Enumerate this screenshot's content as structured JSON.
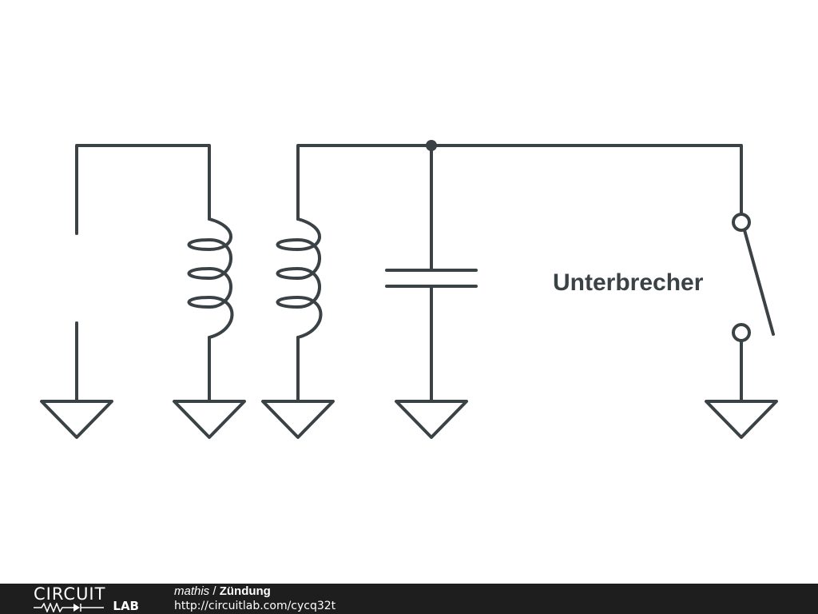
{
  "colors": {
    "wire": "#3a4246",
    "background": "#ffffff",
    "footer_bg": "#1e1e1e",
    "footer_text": "#ffffff"
  },
  "schematic": {
    "labels": {
      "switch": "Unterbrecher"
    },
    "components": {
      "ground_count": 5,
      "inductors": 2,
      "capacitors": 1,
      "switches": 1,
      "spark_gap": 1
    }
  },
  "footer": {
    "logo": {
      "word_top": "CIRCUIT",
      "word_bottom": "LAB"
    },
    "author": "mathis",
    "separator": " / ",
    "title": "Zündung",
    "url": "http://circuitlab.com/cycq32t"
  }
}
